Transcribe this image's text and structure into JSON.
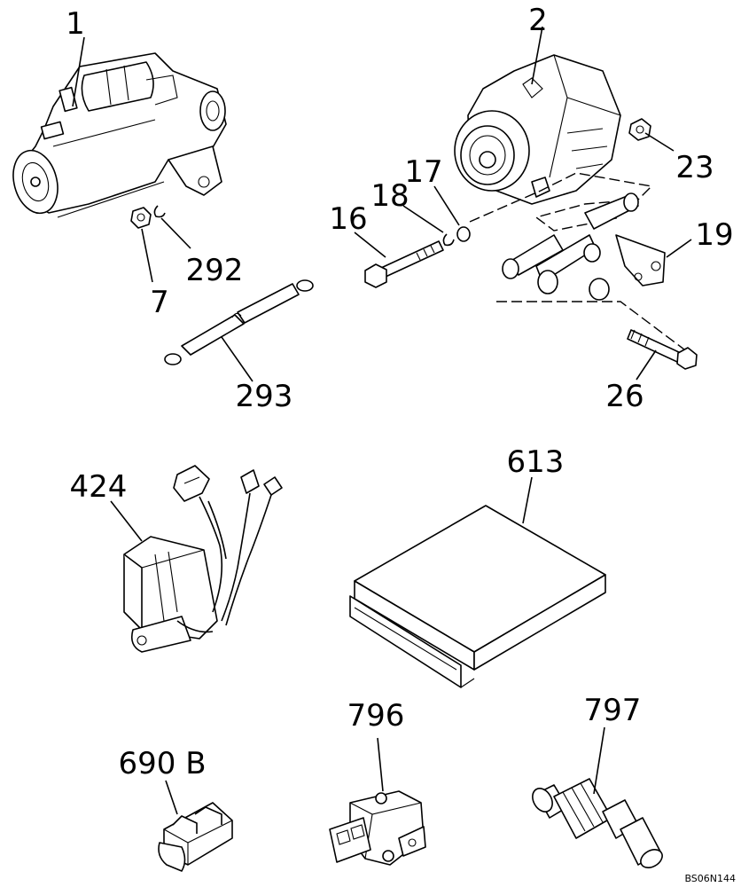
{
  "drawing_code": "BS06N144",
  "parts": [
    {
      "key": "p1",
      "label": "1",
      "name": "starter"
    },
    {
      "key": "p2",
      "label": "2",
      "name": "alternator"
    },
    {
      "key": "p7",
      "label": "7",
      "name": "nut"
    },
    {
      "key": "p292",
      "label": "292",
      "name": "washer"
    },
    {
      "key": "p293",
      "label": "293",
      "name": "cable"
    },
    {
      "key": "p16",
      "label": "16",
      "name": "bolt"
    },
    {
      "key": "p18",
      "label": "18",
      "name": "spring-washer"
    },
    {
      "key": "p17",
      "label": "17",
      "name": "washer"
    },
    {
      "key": "p23",
      "label": "23",
      "name": "nut"
    },
    {
      "key": "p19",
      "label": "19",
      "name": "bracket"
    },
    {
      "key": "p26",
      "label": "26",
      "name": "bolt"
    },
    {
      "key": "p424",
      "label": "424",
      "name": "relay-harness"
    },
    {
      "key": "p613",
      "label": "613",
      "name": "controller"
    },
    {
      "key": "p690b",
      "label": "690 B",
      "name": "connector"
    },
    {
      "key": "p796",
      "label": "796",
      "name": "sensor"
    },
    {
      "key": "p797",
      "label": "797",
      "name": "temperature-sensor"
    }
  ]
}
